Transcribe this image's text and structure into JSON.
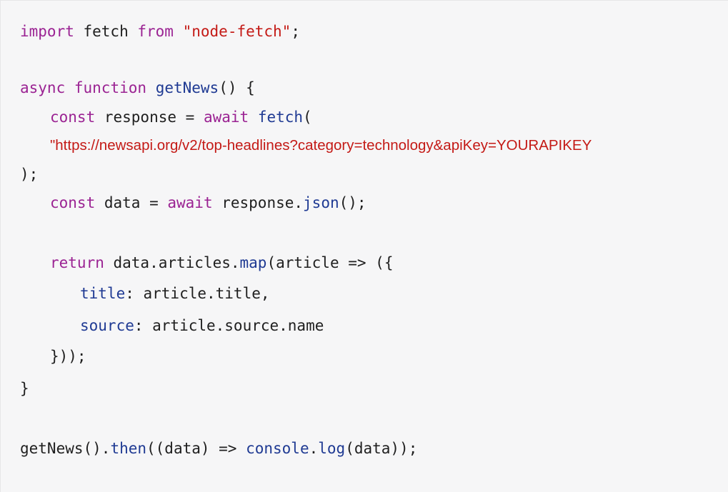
{
  "colors": {
    "background": "#f6f6f7",
    "keyword": "#9b2393",
    "string": "#c41a16",
    "function": "#1f3a93",
    "plain": "#1f1f1f"
  },
  "code": {
    "lines": [
      [
        {
          "t": "import",
          "c": "kw"
        },
        {
          "t": " fetch ",
          "c": "plain"
        },
        {
          "t": "from",
          "c": "kw"
        },
        {
          "t": " ",
          "c": "plain"
        },
        {
          "t": "\"node-fetch\"",
          "c": "str"
        },
        {
          "t": ";",
          "c": "plain"
        }
      ],
      [
        {
          "t": "async",
          "c": "kw"
        },
        {
          "t": " ",
          "c": "plain"
        },
        {
          "t": "function",
          "c": "kw"
        },
        {
          "t": " ",
          "c": "plain"
        },
        {
          "t": "getNews",
          "c": "fn"
        },
        {
          "t": "() {",
          "c": "plain"
        }
      ],
      [
        {
          "t": "const",
          "c": "kw"
        },
        {
          "t": " response = ",
          "c": "plain"
        },
        {
          "t": "await",
          "c": "kw"
        },
        {
          "t": " ",
          "c": "plain"
        },
        {
          "t": "fetch",
          "c": "fn"
        },
        {
          "t": "(",
          "c": "plain"
        }
      ],
      [
        {
          "t": "\"https://newsapi.org/v2/top-headlines?category=technology&apiKey=YOURAPIKEY",
          "c": "str"
        }
      ],
      [
        {
          "t": ");",
          "c": "plain"
        }
      ],
      [
        {
          "t": "const",
          "c": "kw"
        },
        {
          "t": " data = ",
          "c": "plain"
        },
        {
          "t": "await",
          "c": "kw"
        },
        {
          "t": " response.",
          "c": "plain"
        },
        {
          "t": "json",
          "c": "fn"
        },
        {
          "t": "();",
          "c": "plain"
        }
      ],
      [
        {
          "t": "return",
          "c": "kw"
        },
        {
          "t": " data.articles.",
          "c": "plain"
        },
        {
          "t": "map",
          "c": "fn"
        },
        {
          "t": "(article => ({",
          "c": "plain"
        }
      ],
      [
        {
          "t": "title",
          "c": "fn"
        },
        {
          "t": ": article.title,",
          "c": "plain"
        }
      ],
      [
        {
          "t": "source",
          "c": "fn"
        },
        {
          "t": ": article.source.name",
          "c": "plain"
        }
      ],
      [
        {
          "t": "}));",
          "c": "plain"
        }
      ],
      [
        {
          "t": "}",
          "c": "plain"
        }
      ],
      [
        {
          "t": "getNews().",
          "c": "plain"
        },
        {
          "t": "then",
          "c": "fn"
        },
        {
          "t": "((data) => ",
          "c": "plain"
        },
        {
          "t": "console",
          "c": "fn"
        },
        {
          "t": ".",
          "c": "plain"
        },
        {
          "t": "log",
          "c": "fn"
        },
        {
          "t": "(data));",
          "c": "plain"
        }
      ]
    ]
  }
}
